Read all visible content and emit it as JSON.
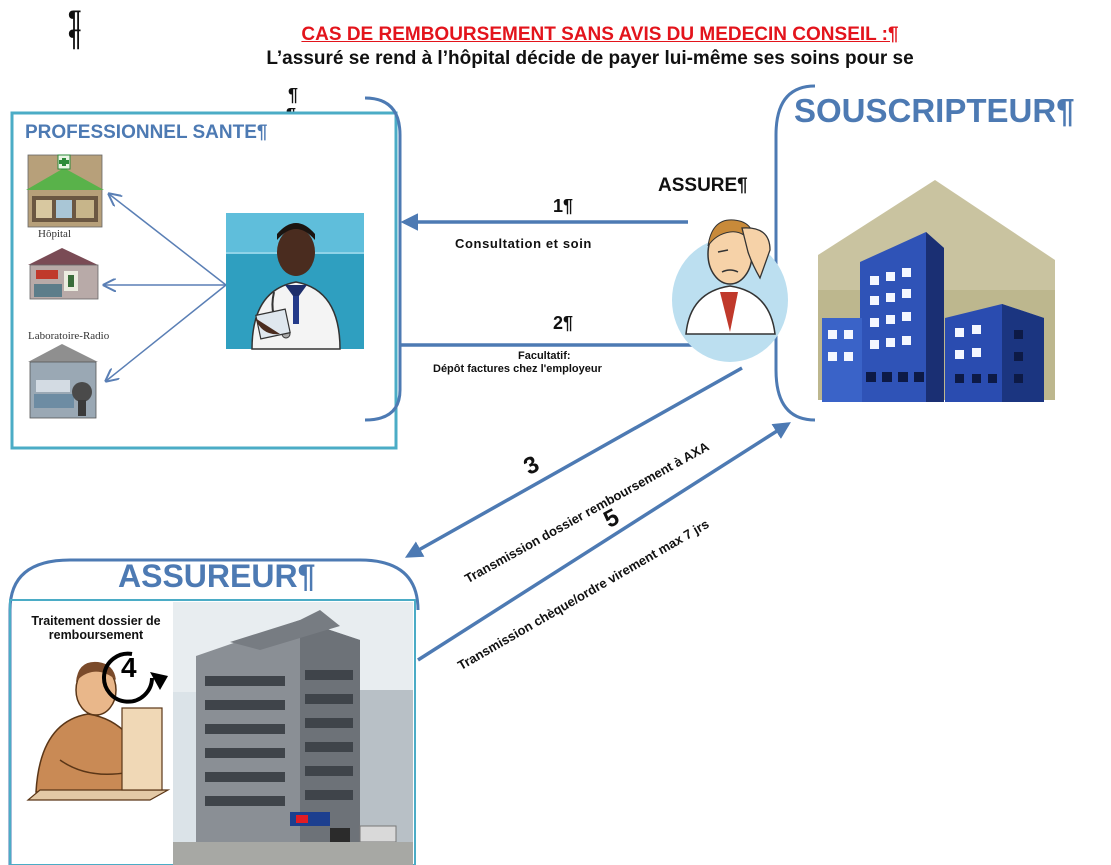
{
  "header": {
    "title": "CAS DE REMBOURSEMENT SANS AVIS DU MEDECIN CONSEIL :¶",
    "subtitle": "L’assuré se rend à l’hôpital décide de payer lui-même ses soins pour se",
    "pilcrow_marks": [
      "¶",
      "¶"
    ]
  },
  "professionnel": {
    "title": "PROFESSIONNEL SANTE¶",
    "facilities": [
      {
        "label": "Hôpital"
      },
      {
        "label": ""
      },
      {
        "label": "Laboratoire-Radio"
      }
    ]
  },
  "souscripteur": {
    "title": "SOUSCRIPTEUR¶"
  },
  "assure": {
    "label": "ASSURE¶"
  },
  "assureur": {
    "title": "ASSUREUR¶",
    "process_label": "Traitement dossier de remboursement",
    "step_number": "4"
  },
  "steps": [
    {
      "number": "1¶",
      "text": "Consultation et soin"
    },
    {
      "number": "2¶",
      "text_line1": "Facultatif:",
      "text_line2": "Dépôt factures chez l'employeur"
    },
    {
      "number": "3",
      "text": "Transmission dossier remboursement à AXA"
    },
    {
      "number": "5",
      "text": "Transmission chèque/ordre virement max 7 jrs"
    }
  ],
  "colors": {
    "accent_blue": "#4d7ab3",
    "box_border": "#4bacc6",
    "title_red": "#e3141c"
  }
}
